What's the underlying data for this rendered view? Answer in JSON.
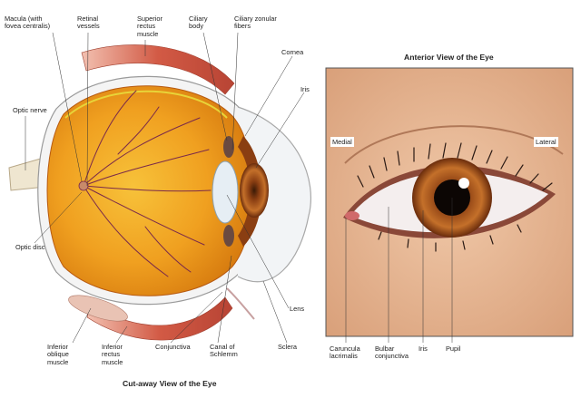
{
  "cutaway": {
    "caption": "Cut-away View of the Eye",
    "labels": {
      "macula": "Macula (with\nfovea centralis)",
      "retinal_vessels": "Retinal\nvessels",
      "superior_rectus": "Superior\nrectus\nmuscle",
      "ciliary_body": "Ciliary\nbody",
      "ciliary_zonular": "Ciliary zonular\nfibers",
      "cornea": "Cornea",
      "iris": "Iris",
      "optic_nerve": "Optic nerve",
      "optic_disc": "Optic disc",
      "lens": "Lens",
      "inferior_oblique": "Inferior\noblique\nmuscle",
      "inferior_rectus": "Inferior\nrectus\nmuscle",
      "conjunctiva": "Conjunctiva",
      "canal_of_schlemm": "Canal of\nSchlemm",
      "sclera": "Sclera"
    }
  },
  "anterior": {
    "caption": "Anterior View of the Eye",
    "medial": "Medial",
    "lateral": "Lateral",
    "labels": {
      "caruncula": "Caruncula\nlacrimalis",
      "bulbar": "Bulbar\nconjunctiva",
      "iris": "Iris",
      "pupil": "Pupil"
    }
  },
  "colors": {
    "eyeball_orange": "#f0a020",
    "muscle_red": "#d25a45",
    "skin": "#e8b898",
    "iris_brown": "#a4521c"
  }
}
